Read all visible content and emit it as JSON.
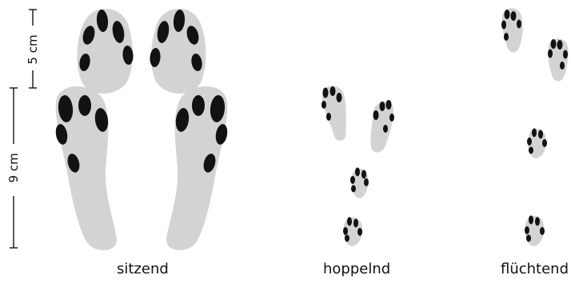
{
  "scales": {
    "top_label": "5 cm",
    "bottom_label": "9 cm"
  },
  "captions": {
    "sitzend": "sitzend",
    "hoppelnd": "hoppelnd",
    "fluechtend": "flüchtend"
  },
  "colors": {
    "pad": "#d3d3d3",
    "toe": "#121212",
    "line": "#222222"
  }
}
